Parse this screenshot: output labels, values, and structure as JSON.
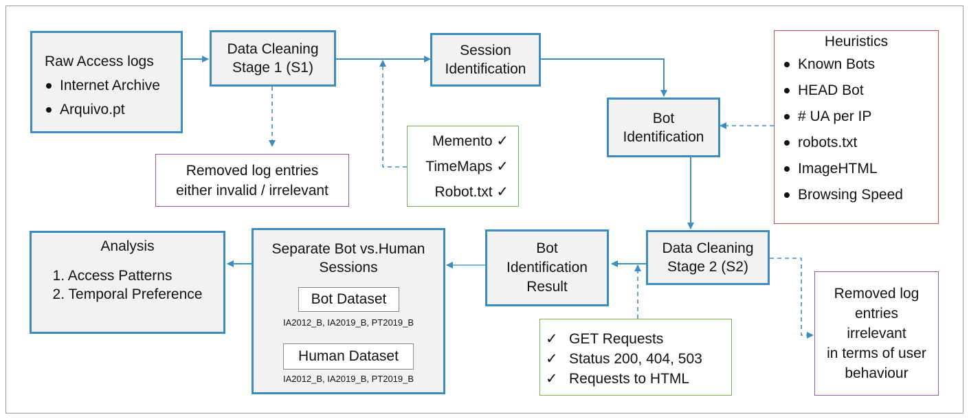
{
  "raw_logs": {
    "title": "Raw Access logs",
    "items": [
      "Internet Archive",
      "Arquivo.pt"
    ]
  },
  "s1": {
    "line1": "Data Cleaning",
    "line2": "Stage 1 (S1)"
  },
  "session": {
    "line1": "Session",
    "line2": "Identification"
  },
  "heuristics": {
    "title": "Heuristics",
    "items": [
      "Known Bots",
      "HEAD Bot",
      "# UA per IP",
      "robots.txt",
      "ImageHTML",
      "Browsing Speed"
    ]
  },
  "removed1": {
    "line1": "Removed log entries",
    "line2": "either invalid / irrelevant"
  },
  "checks1": {
    "items": [
      "Memento",
      "TimeMaps",
      "Robot.txt"
    ],
    "mark": "✓"
  },
  "bot_id": {
    "line1": "Bot",
    "line2": "Identification"
  },
  "s2": {
    "line1": "Data Cleaning",
    "line2": "Stage 2 (S2)"
  },
  "bot_result": {
    "line1": "Bot",
    "line2": "Identification",
    "line3": "Result"
  },
  "separate": {
    "line1": "Separate Bot vs.Human",
    "line2": "Sessions",
    "bot_dataset": "Bot Dataset",
    "bot_sets": "IA2012_B, IA2019_B, PT2019_B",
    "human_dataset": "Human Dataset",
    "human_sets": "IA2012_B, IA2019_B, PT2019_B"
  },
  "analysis": {
    "title": "Analysis",
    "items": [
      "1. Access Patterns",
      "2. Temporal Preference"
    ]
  },
  "checks2": {
    "mark": "✓",
    "items": [
      "GET Requests",
      "Status 200, 404, 503",
      "Requests to HTML"
    ]
  },
  "removed2": {
    "lines": [
      "Removed log",
      "entries",
      "irrelevant",
      "in terms of user",
      "behaviour"
    ]
  }
}
